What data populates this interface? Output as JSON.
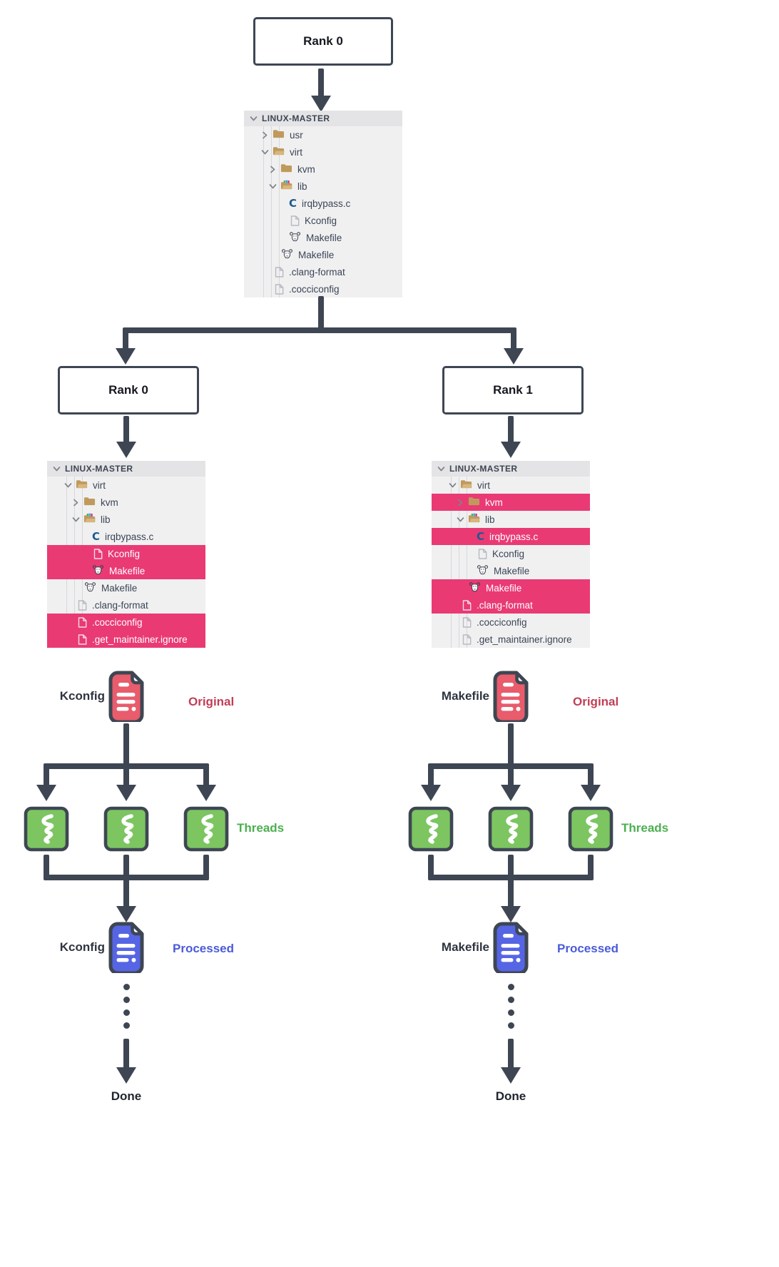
{
  "colors": {
    "arrow_dark": "#3e4653",
    "highlight_pink": "#e93a74",
    "tree_bg": "#f0f0f1",
    "tree_header_bg": "#e4e4e6",
    "folder_tan": "#c09a5d",
    "c_file_blue": "#1e5a8e",
    "doc_original_red": "#e85c6c",
    "original_text_red": "#c13e56",
    "thread_green": "#7cc561",
    "threads_text_green": "#4caf50",
    "doc_processed_blue": "#5565e4",
    "processed_text_blue": "#4a5bd8"
  },
  "root": {
    "rank_label": "Rank 0"
  },
  "trees": {
    "master": {
      "header": "LINUX-MASTER",
      "header_icon": "chevron-down-icon",
      "rows": [
        {
          "label": "usr",
          "icon": "folder-closed-icon",
          "level": 1,
          "state": "closed",
          "highlighted": false
        },
        {
          "label": "virt",
          "icon": "folder-open-icon",
          "level": 1,
          "state": "open",
          "highlighted": false
        },
        {
          "label": "kvm",
          "icon": "folder-closed-icon",
          "level": 2,
          "state": "closed",
          "highlighted": false
        },
        {
          "label": "lib",
          "icon": "folder-lib-icon",
          "level": 2,
          "state": "open",
          "highlighted": false
        },
        {
          "label": "irqbypass.c",
          "icon": "c-file-icon",
          "level": 3,
          "state": "file",
          "highlighted": false
        },
        {
          "label": "Kconfig",
          "icon": "file-icon",
          "level": 3,
          "state": "file",
          "highlighted": false
        },
        {
          "label": "Makefile",
          "icon": "gnu-icon",
          "level": 3,
          "state": "file",
          "highlighted": false
        },
        {
          "label": "Makefile",
          "icon": "gnu-icon",
          "level": 2,
          "state": "file",
          "highlighted": false
        },
        {
          "label": ".clang-format",
          "icon": "file-icon",
          "level": 1,
          "state": "file",
          "highlighted": false
        },
        {
          "label": ".cocciconfig",
          "icon": "file-icon",
          "level": 1,
          "state": "file",
          "highlighted": false
        }
      ]
    },
    "rank0": {
      "header": "LINUX-MASTER",
      "header_icon": "chevron-down-icon",
      "rows": [
        {
          "label": "virt",
          "icon": "folder-open-icon",
          "level": 1,
          "state": "open",
          "highlighted": false
        },
        {
          "label": "kvm",
          "icon": "folder-closed-icon",
          "level": 2,
          "state": "closed",
          "highlighted": false
        },
        {
          "label": "lib",
          "icon": "folder-lib-icon",
          "level": 2,
          "state": "open",
          "highlighted": false
        },
        {
          "label": "irqbypass.c",
          "icon": "c-file-icon",
          "level": 3,
          "state": "file",
          "highlighted": false
        },
        {
          "label": "Kconfig",
          "icon": "file-icon",
          "level": 3,
          "state": "file",
          "highlighted": true
        },
        {
          "label": "Makefile",
          "icon": "gnu-icon",
          "level": 3,
          "state": "file",
          "highlighted": true
        },
        {
          "label": "Makefile",
          "icon": "gnu-icon",
          "level": 2,
          "state": "file",
          "highlighted": false
        },
        {
          "label": ".clang-format",
          "icon": "file-icon",
          "level": 1,
          "state": "file",
          "highlighted": false
        },
        {
          "label": ".cocciconfig",
          "icon": "file-icon",
          "level": 1,
          "state": "file",
          "highlighted": true
        },
        {
          "label": ".get_maintainer.ignore",
          "icon": "file-icon",
          "level": 1,
          "state": "file",
          "highlighted": true
        }
      ]
    },
    "rank1": {
      "header": "LINUX-MASTER",
      "header_icon": "chevron-down-icon",
      "rows": [
        {
          "label": "virt",
          "icon": "folder-open-icon",
          "level": 1,
          "state": "open",
          "highlighted": false
        },
        {
          "label": "kvm",
          "icon": "folder-closed-icon",
          "level": 2,
          "state": "closed",
          "highlighted": true
        },
        {
          "label": "lib",
          "icon": "folder-lib-icon",
          "level": 2,
          "state": "open",
          "highlighted": false
        },
        {
          "label": "irqbypass.c",
          "icon": "c-file-icon",
          "level": 3,
          "state": "file",
          "highlighted": true
        },
        {
          "label": "Kconfig",
          "icon": "file-icon",
          "level": 3,
          "state": "file",
          "highlighted": false
        },
        {
          "label": "Makefile",
          "icon": "gnu-icon",
          "level": 3,
          "state": "file",
          "highlighted": false
        },
        {
          "label": "Makefile",
          "icon": "gnu-icon",
          "level": 2,
          "state": "file",
          "highlighted": true
        },
        {
          "label": ".clang-format",
          "icon": "file-icon",
          "level": 1,
          "state": "file",
          "highlighted": true
        },
        {
          "label": ".cocciconfig",
          "icon": "file-icon",
          "level": 1,
          "state": "file",
          "highlighted": false
        },
        {
          "label": ".get_maintainer.ignore",
          "icon": "file-icon",
          "level": 1,
          "state": "file",
          "highlighted": false
        }
      ]
    }
  },
  "branches": {
    "left": {
      "rank_label": "Rank 0",
      "file": "Kconfig",
      "original": "Original",
      "threads": "Threads",
      "processed": "Processed",
      "done": "Done"
    },
    "right": {
      "rank_label": "Rank 1",
      "file": "Makefile",
      "original": "Original",
      "threads": "Threads",
      "processed": "Processed",
      "done": "Done"
    }
  }
}
